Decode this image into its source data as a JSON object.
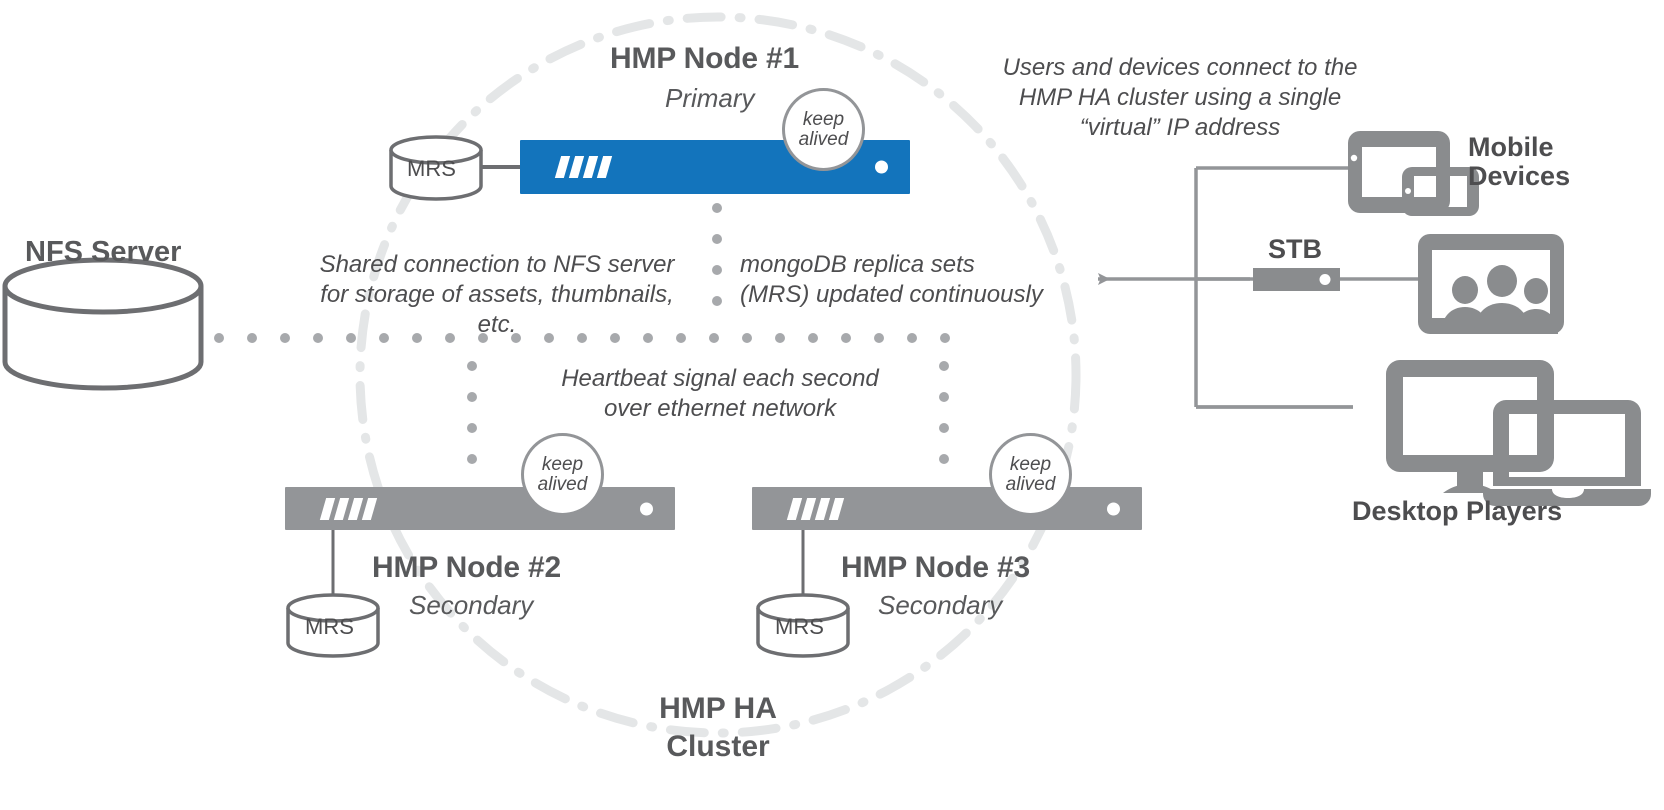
{
  "diagram": {
    "title": "HMP High Availability Cluster Architecture",
    "colors": {
      "primary_blue": "#1374BC",
      "node_gray": "#939598",
      "text_gray": "#58595B",
      "dot_gray": "#A7A9AC",
      "circle_gray": "#E4E6E7",
      "icon_gray": "#8A8C8E"
    }
  },
  "cluster": {
    "boundary_label_line1": "HMP HA",
    "boundary_label_line2": "Cluster"
  },
  "nfs": {
    "label": "NFS Server"
  },
  "nodes": [
    {
      "title": "HMP Node #1",
      "role": "Primary",
      "mrs": "MRS",
      "keepalived_line1": "keep",
      "keepalived_line2": "alived",
      "state": "primary"
    },
    {
      "title": "HMP Node #2",
      "role": "Secondary",
      "mrs": "MRS",
      "keepalived_line1": "keep",
      "keepalived_line2": "alived",
      "state": "secondary"
    },
    {
      "title": "HMP Node #3",
      "role": "Secondary",
      "mrs": "MRS",
      "keepalived_line1": "keep",
      "keepalived_line2": "alived",
      "state": "secondary"
    }
  ],
  "annotations": {
    "nfs_shared": "Shared connection to NFS server\nfor storage of assets, thumbnails, etc.",
    "nfs_shared_l1": "Shared connection to NFS server",
    "nfs_shared_l2": "for storage of assets, thumbnails, etc.",
    "mongo_l1": "mongoDB replica sets",
    "mongo_l2": "(MRS)  updated continuously",
    "heartbeat_l1": "Heartbeat signal each second",
    "heartbeat_l2": "over ethernet network",
    "virtual_ip_l1": "Users and devices connect to the",
    "virtual_ip_l2": "HMP HA cluster using a single",
    "virtual_ip_l3": "“virtual” IP address"
  },
  "clients": {
    "mobile_l1": "Mobile",
    "mobile_l2": "Devices",
    "stb": "STB",
    "desktop": "Desktop Players"
  }
}
